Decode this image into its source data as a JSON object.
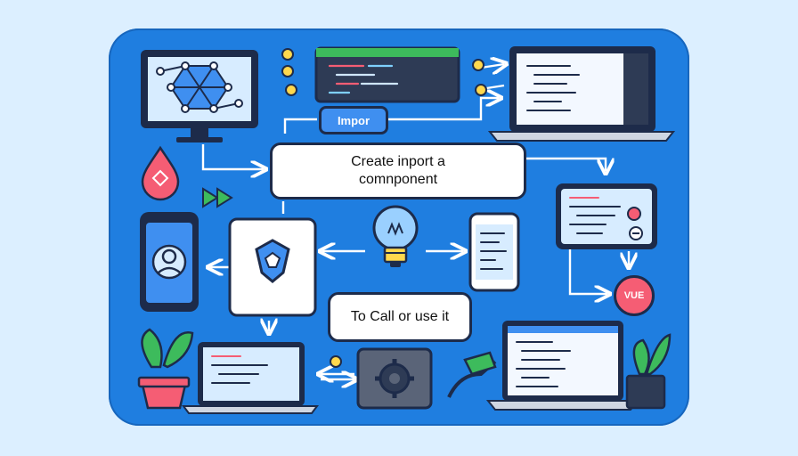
{
  "diagram": {
    "create_label_line1": "Create inport a",
    "create_label_line2": "comnponent",
    "call_label": "To Call or use it",
    "import_pill": "Impor",
    "vue_badge": "VUE"
  },
  "colors": {
    "background": "#dcefff",
    "board": "#1f7ee0",
    "outline": "#1d2b4a",
    "accent_pink": "#f55d74",
    "accent_green": "#3dbb5c",
    "screen_light": "#d7ecff"
  },
  "icons": [
    "network-graph-icon",
    "code-editor-icon",
    "laptop-code-icon",
    "drop-icon",
    "play-arrows-icon",
    "phone-avatar-icon",
    "component-logo-icon",
    "lightbulb-icon",
    "tablet-code-icon",
    "panel-code-icon",
    "plant-icon",
    "laptop-icon",
    "gear-icon",
    "plug-icon"
  ]
}
